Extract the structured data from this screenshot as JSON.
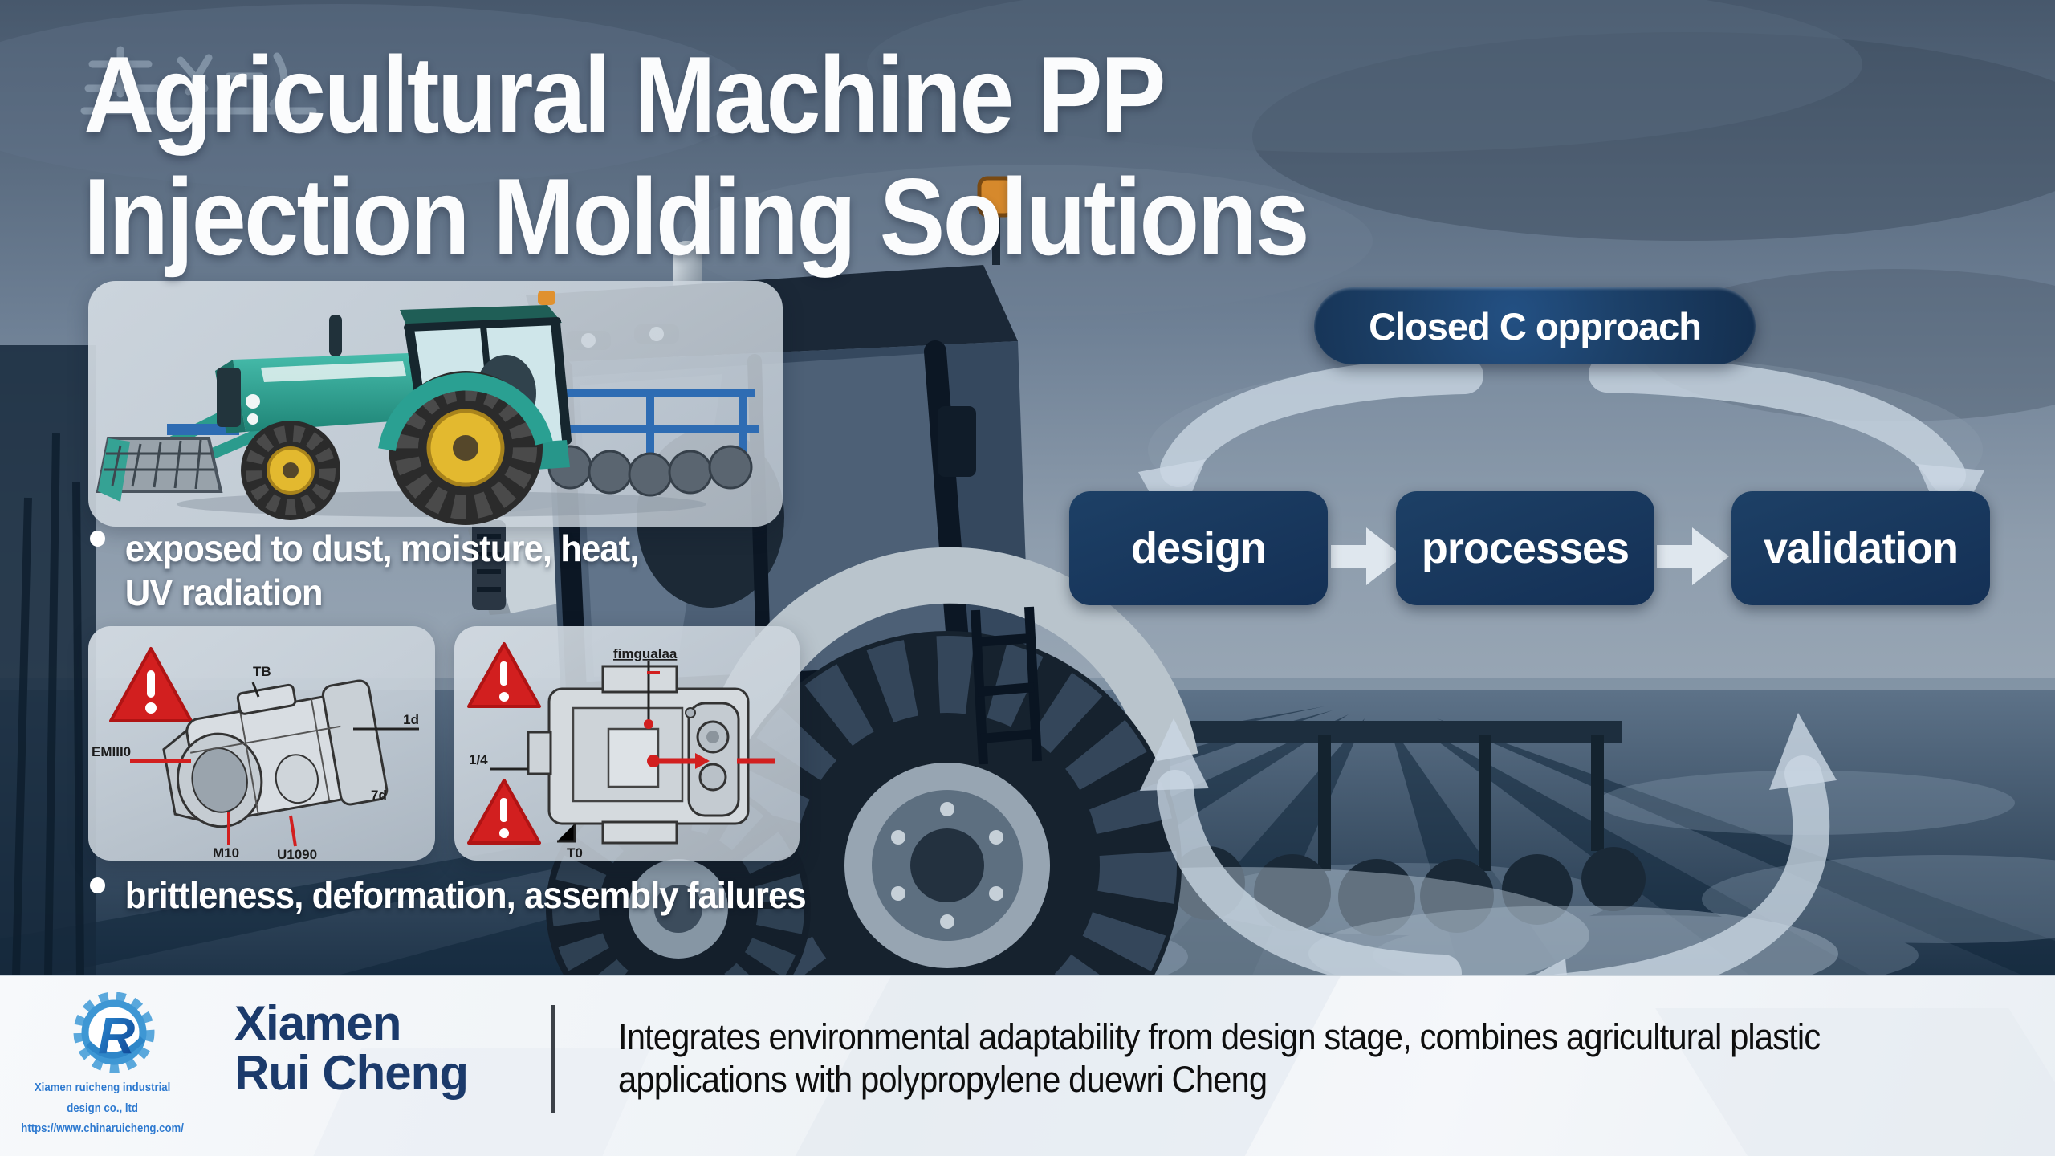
{
  "title": {
    "line1": "Agricultural Machine PP",
    "line2": "Injection Molding Solutions"
  },
  "left_column": {
    "bullet1_line1": "exposed to dust, moisture, heat,",
    "bullet1_line2": "UV radiation",
    "bullet2": "brittleness, deformation, assembly failures",
    "drawing_panel_a": {
      "labels": {
        "top": "TB",
        "left": "EMIII0",
        "right": "1d",
        "mid_right": "7d",
        "bottom_left": "M10",
        "bottom_center": "U1090"
      }
    },
    "drawing_panel_b": {
      "labels": {
        "top": "fimgualaa",
        "left": "1/4",
        "bottom": "T0"
      }
    }
  },
  "flow": {
    "header": "Closed C opproach",
    "steps": [
      {
        "label": "design"
      },
      {
        "label": "processes"
      },
      {
        "label": "validation"
      }
    ]
  },
  "footer": {
    "brand_name_line1": "Xiamen",
    "brand_name_line2": "Rui Cheng",
    "company_line": "Xiamen ruicheng industrial design co., ltd",
    "website": "https://www.chinaruicheng.com/",
    "description_line1": "Integrates environmental adaptability from design stage, combines agricultural plastic",
    "description_line2": "applications with polypropylene duewri Cheng"
  },
  "colors": {
    "navy_box": "#17375c",
    "pill_navy": "#1c4066",
    "warning_red": "#d21f1f",
    "cycle_arrow": "#cbd7e3",
    "brand_blue": "#2e7ad0",
    "brand_navy": "#1b3a6b",
    "tractor_teal": "#2fa89b"
  }
}
